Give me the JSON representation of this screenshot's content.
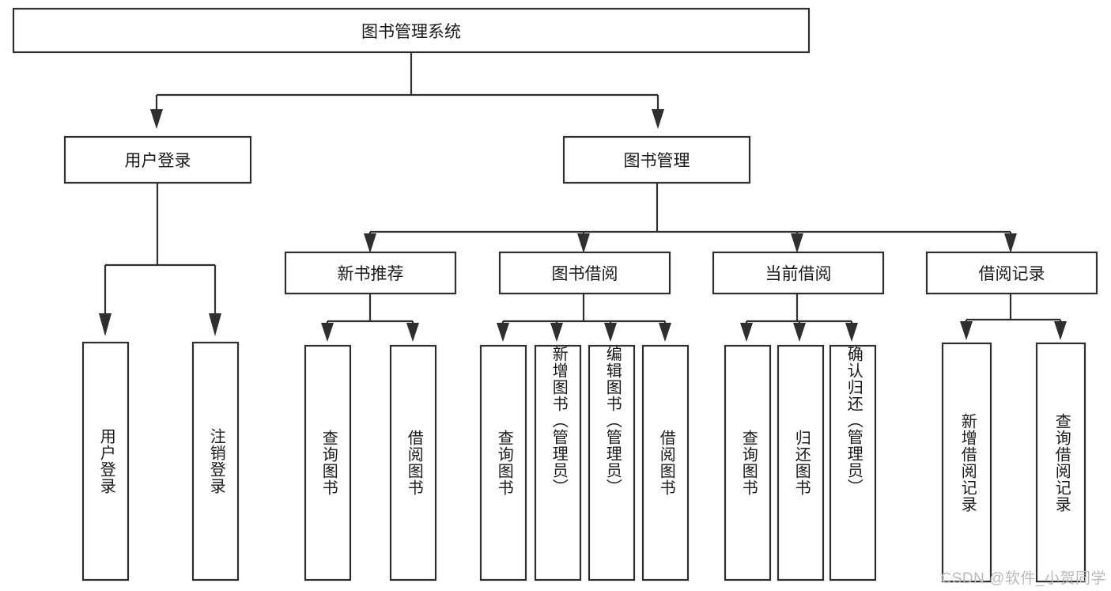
{
  "diagram": {
    "title": "图书管理系统",
    "type": "tree",
    "orientation": "top-down",
    "colors": {
      "stroke": "#2f2f2f",
      "fill": "#ffffff",
      "text": "#1a1a1a",
      "watermark": "#b9b9b9",
      "background": "#ffffff"
    },
    "levels": [
      {
        "level": 1,
        "nodes": [
          {
            "id": "root",
            "label": "图书管理系统",
            "orientation": "horizontal"
          }
        ]
      },
      {
        "level": 2,
        "nodes": [
          {
            "id": "login",
            "label": "用户登录",
            "orientation": "horizontal",
            "parent": "root"
          },
          {
            "id": "bookmgmt",
            "label": "图书管理",
            "orientation": "horizontal",
            "parent": "root"
          }
        ]
      },
      {
        "level": 3,
        "nodes": [
          {
            "id": "newbook",
            "label": "新书推荐",
            "orientation": "horizontal",
            "parent": "bookmgmt"
          },
          {
            "id": "borrow",
            "label": "图书借阅",
            "orientation": "horizontal",
            "parent": "bookmgmt"
          },
          {
            "id": "current",
            "label": "当前借阅",
            "orientation": "horizontal",
            "parent": "bookmgmt"
          },
          {
            "id": "records",
            "label": "借阅记录",
            "orientation": "horizontal",
            "parent": "bookmgmt"
          }
        ]
      },
      {
        "level": 4,
        "nodes": [
          {
            "id": "leaf-user-login",
            "label": "用户登录",
            "orientation": "vertical",
            "parent": "login"
          },
          {
            "id": "leaf-user-logout",
            "label": "注销登录",
            "orientation": "vertical",
            "parent": "login"
          },
          {
            "id": "leaf-new-query",
            "label": "查询图书",
            "orientation": "vertical",
            "parent": "newbook"
          },
          {
            "id": "leaf-new-borrow",
            "label": "借阅图书",
            "orientation": "vertical",
            "parent": "newbook"
          },
          {
            "id": "leaf-borrow-query",
            "label": "查询图书",
            "orientation": "vertical",
            "parent": "borrow"
          },
          {
            "id": "leaf-borrow-add",
            "label": "新增图书（管理员）",
            "orientation": "vertical",
            "parent": "borrow"
          },
          {
            "id": "leaf-borrow-edit",
            "label": "编辑图书（管理员）",
            "orientation": "vertical",
            "parent": "borrow"
          },
          {
            "id": "leaf-borrow-lend",
            "label": "借阅图书",
            "orientation": "vertical",
            "parent": "borrow"
          },
          {
            "id": "leaf-current-query",
            "label": "查询图书",
            "orientation": "vertical",
            "parent": "current"
          },
          {
            "id": "leaf-current-return",
            "label": "归还图书",
            "orientation": "vertical",
            "parent": "current"
          },
          {
            "id": "leaf-current-confirm",
            "label": "确认归还（管理员）",
            "orientation": "vertical",
            "parent": "current"
          },
          {
            "id": "leaf-record-add",
            "label": "新增借阅记录",
            "orientation": "vertical",
            "parent": "records"
          },
          {
            "id": "leaf-record-query",
            "label": "查询借阅记录",
            "orientation": "vertical",
            "parent": "records"
          }
        ]
      }
    ]
  },
  "watermark": {
    "text": "CSDN @软件_小贺同学"
  }
}
